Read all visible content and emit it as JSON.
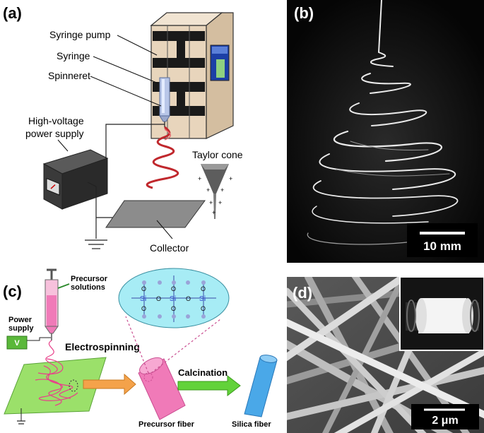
{
  "panel_a": {
    "label": "(a)",
    "syringe_pump": "Syringe pump",
    "syringe": "Syringe",
    "spinneret": "Spinneret",
    "power_supply_line1": "High-voltage",
    "power_supply_line2": "power supply",
    "taylor_cone": "Taylor cone",
    "collector": "Collector"
  },
  "panel_b": {
    "label": "(b)",
    "scale_bar": "10 mm"
  },
  "panel_c": {
    "label": "(c)",
    "precursor_line1": "Precursor",
    "precursor_line2": "solutions",
    "power_line1": "Power",
    "power_line2": "supply",
    "power_symbol": "V",
    "electrospinning": "Electrospinning",
    "calcination": "Calcination",
    "precursor_fiber": "Precursor fiber",
    "silica_fiber": "Silica fiber",
    "atom_si": "Si",
    "atom_o": "O"
  },
  "panel_d": {
    "label": "(d)",
    "scale_bar": "2 μm"
  },
  "colors": {
    "pump_body": "#e8d5bc",
    "pump_bars": "#1a1a1a",
    "spiral_red": "#c0282d",
    "collector_gray": "#8c8c8c",
    "pink_fiber": "#f07ab8",
    "blue_fiber": "#4aa8e8",
    "green_plate": "#9be06a",
    "cyan_bubble": "#a7ecf5",
    "orange_arrow": "#f4a24a",
    "green_arrow": "#62d23a"
  }
}
